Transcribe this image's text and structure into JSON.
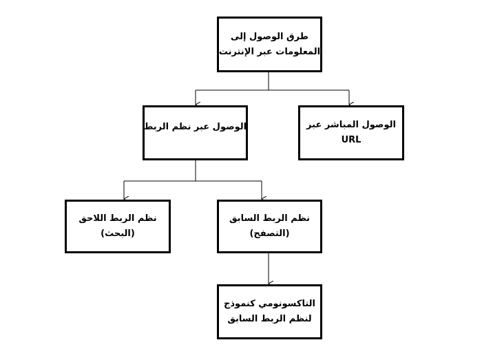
{
  "diagram": {
    "root": {
      "line1": "طرق الوصول إلى",
      "line2": "المعلومات عبر الإنترنت"
    },
    "direct": {
      "line1": "الوصول المباشر عبر",
      "line2": "URL"
    },
    "linking": {
      "line1": "الوصول عبر نظم الربط"
    },
    "later_link": {
      "line1": "نظم الربط اللاحق",
      "line2": "(البحث)"
    },
    "prior_link": {
      "line1": "نظم الربط السابق",
      "line2": "(التصفح)"
    },
    "taxonomy": {
      "line1": "التاكسونومي كنموذج",
      "line2": "لنظم الربط السابق"
    }
  }
}
